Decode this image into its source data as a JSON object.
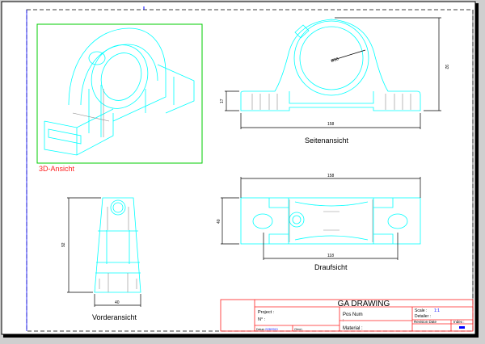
{
  "views": {
    "iso_label": "3D-Ansicht",
    "side_label": "Seitenansicht",
    "front_label": "Vorderansicht",
    "top_label": "Draufsicht"
  },
  "dimensions": {
    "side_width": "158",
    "side_height": "92",
    "side_base": "17",
    "side_bore": "Ø28",
    "top_width": "158",
    "top_depth": "40",
    "top_holes": "118",
    "front_height": "92",
    "front_width": "40"
  },
  "title_block": {
    "title": "GA DRAWING",
    "project": "Project :",
    "number": "N° :",
    "pos_num": "Pos Num",
    "pos_colon": ":",
    "material": "Material :",
    "scale_label": "Scale :",
    "scale_value": "1:1",
    "detailer": "Detailer :",
    "revision_date": "Revision Date",
    "index": "Index :",
    "date_label": "Datum",
    "date_value": "2/28/2013",
    "client": "Client :"
  },
  "colors": {
    "geometry": "#00ffff",
    "frame": "#ff2020",
    "iso_frame": "#00cc00",
    "accent": "#0000ff"
  }
}
